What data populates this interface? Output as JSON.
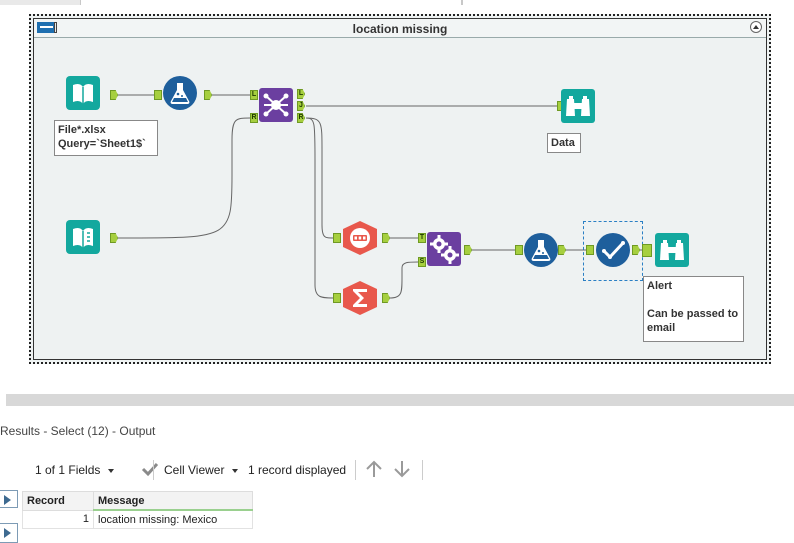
{
  "workflow": {
    "container_title": "location missing",
    "annotations": {
      "input1": [
        "File*.xlsx",
        "Query=`Sheet1$`"
      ],
      "browse_data": [
        "Data"
      ],
      "alert": [
        "Alert",
        "",
        "Can be passed to",
        "email"
      ]
    },
    "join_anchors": {
      "left_in": "L",
      "right_in": "R",
      "left_out": "L",
      "join_out": "J",
      "right_out": "R"
    },
    "append_anchors": {
      "target": "T",
      "source": "S"
    },
    "colors": {
      "input": "#13a89e",
      "prep": "#1e5f9c",
      "join": "#6b3fa0",
      "developer": "#e8584c",
      "anchor": "#a6cf3f"
    }
  },
  "results": {
    "title": "Results - Select (12) - Output",
    "fields_dropdown": "1 of 1 Fields",
    "viewer_dropdown": "Cell Viewer",
    "records_displayed": "1 record displayed",
    "columns": [
      "Record",
      "Message"
    ],
    "rows": [
      {
        "record": "1",
        "message": "location missing: Mexico"
      }
    ]
  }
}
